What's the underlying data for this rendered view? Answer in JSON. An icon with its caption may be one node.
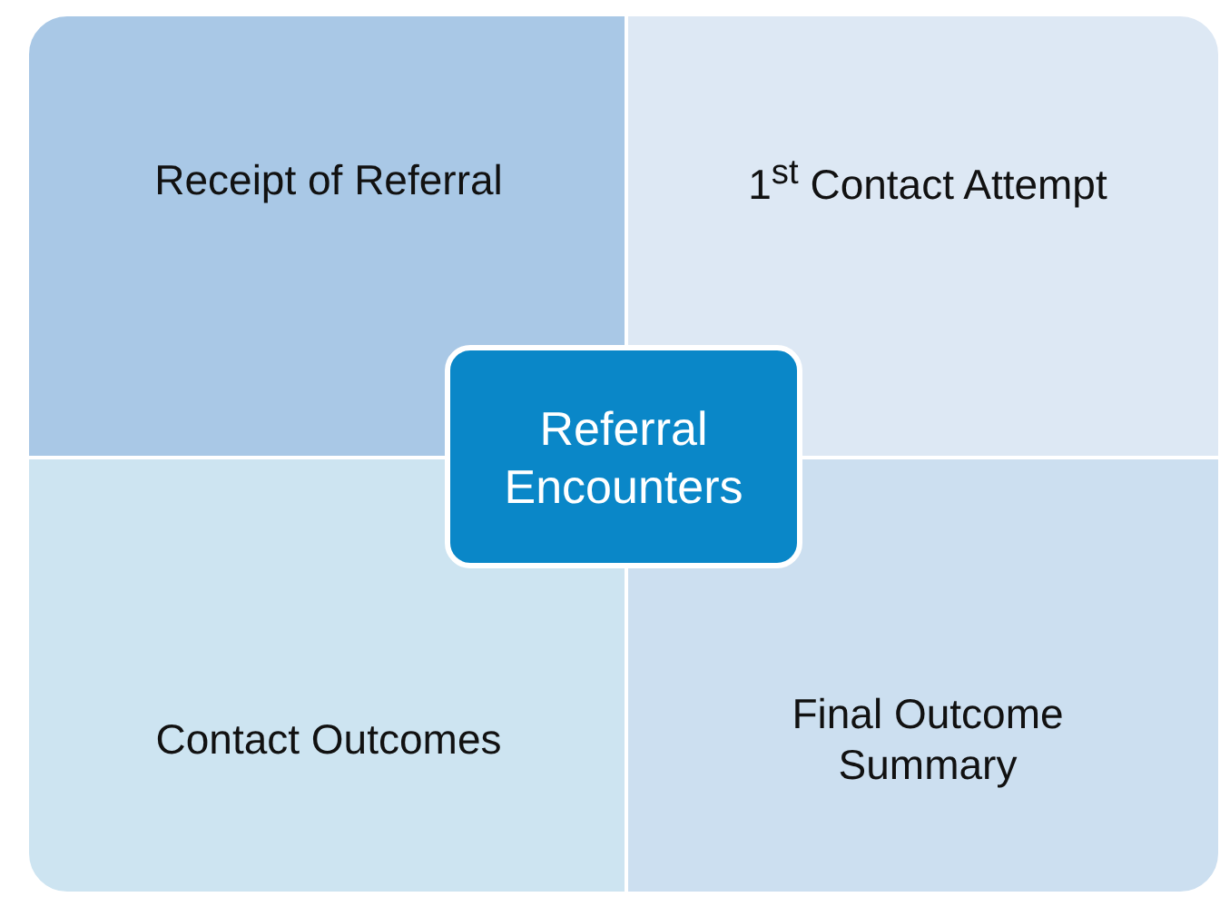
{
  "diagram": {
    "nodes": [
      {
        "text": [
          "Receipt of Referral"
        ]
      },
      {
        "text": [
          "1$^{st}$ Contact Attempt"
        ]
      },
      {
        "text": [
          "Contact Outcomes"
        ]
      },
      {
        "text": [
          "Final Outcome Summary"
        ]
      },
      {
        "text": [
          "Referral Encounters"
        ]
      }
    ],
    "edges": []
  }
}
